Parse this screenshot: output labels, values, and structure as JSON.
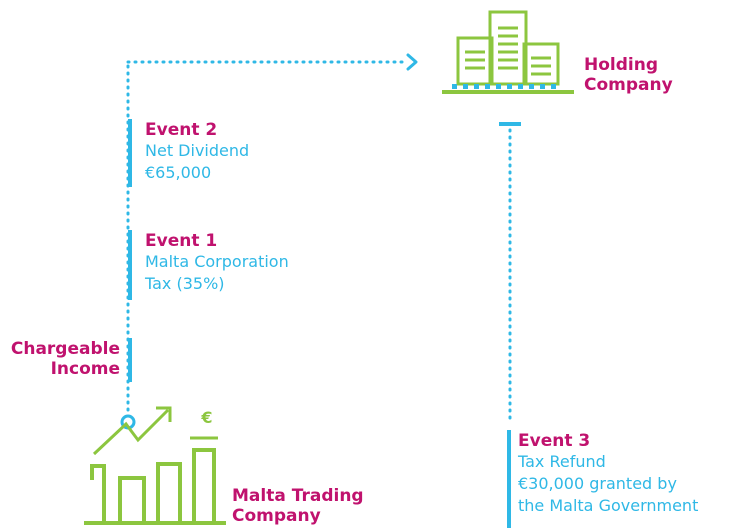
{
  "colors": {
    "accent_green": "#8cc63f",
    "accent_blue": "#2fb8e6",
    "accent_magenta": "#c0126e"
  },
  "holding_company": {
    "line1": "Holding",
    "line2": "Company",
    "icon": "office-buildings-icon"
  },
  "trading_company": {
    "line1": "Malta Trading",
    "line2": "Company",
    "icon": "rising-bar-chart-euro-icon",
    "currency_symbol": "€"
  },
  "events": {
    "event2": {
      "title": "Event 2",
      "line1": "Net Dividend",
      "line2": "€65,000"
    },
    "event1": {
      "title": "Event 1",
      "line1": "Malta Corporation",
      "line2": "Tax (35%)"
    },
    "event3": {
      "title": "Event 3",
      "line1": "Tax Refund",
      "line2": "€30,000 granted by",
      "line3": "the Malta Government"
    }
  },
  "chargeable_income": {
    "line1": "Chargeable",
    "line2": "Income"
  }
}
